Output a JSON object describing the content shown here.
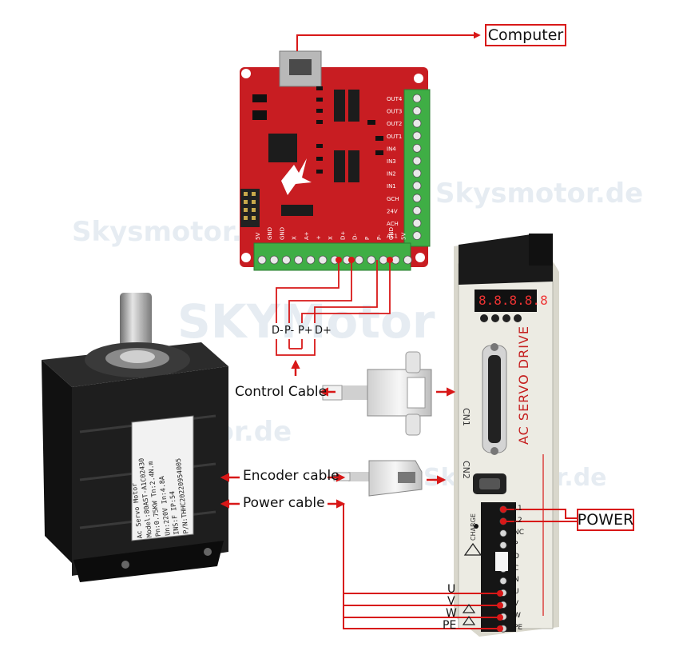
{
  "labels": {
    "computer": "Computer",
    "power": "POWER",
    "control_cable": "Control Cable",
    "encoder_cable": "Encoder cable",
    "power_cable": "Power cable",
    "d_minus": "D-",
    "p_minus": "P-",
    "p_plus": "P+",
    "d_plus": "D+",
    "phase_u": "U",
    "phase_v": "V",
    "phase_w": "W",
    "phase_pe": "PE"
  },
  "drive": {
    "title": "AC SERVO DRIVE",
    "cn1": "CN1",
    "cn2": "CN2",
    "charge": "CHARGE",
    "display": "8.8.8.8.8",
    "terminals": [
      "L1",
      "L2",
      "NC",
      "P",
      "D",
      "C",
      "N",
      "U",
      "V",
      "W",
      "PE"
    ]
  },
  "motor": {
    "label_lines": [
      "Ac Servo Motor",
      "Model:80AST-A1C02430",
      "Pn:0.75KW   Tn:2.4N.m",
      "Un:220V     In:4.8A",
      "INS:F       IP:54",
      "P/N:THHC20220954005"
    ]
  },
  "board": {
    "outputs": [
      "OUT4",
      "OUT3",
      "OUT2",
      "OUT1",
      "IN4",
      "IN3",
      "IN2",
      "IN1",
      "GCH",
      "24V",
      "ACH",
      "AC1"
    ],
    "bottom_pins": [
      "5V",
      "GND",
      "GND",
      "X",
      "A+",
      "+",
      "X",
      "D+",
      "D-",
      "P",
      "P-",
      "GND",
      "5V"
    ]
  },
  "watermarks": [
    "Skysmotor.de",
    "SKYMotor",
    "Skysmotor.de",
    "Skysmotor.de",
    "Skysmotor.de"
  ],
  "colors": {
    "wire": "#d81818",
    "board": "#c81d22",
    "terminal": "#3fae45",
    "drive_body": "#ecebe3",
    "motor": "#1b1b1b"
  }
}
